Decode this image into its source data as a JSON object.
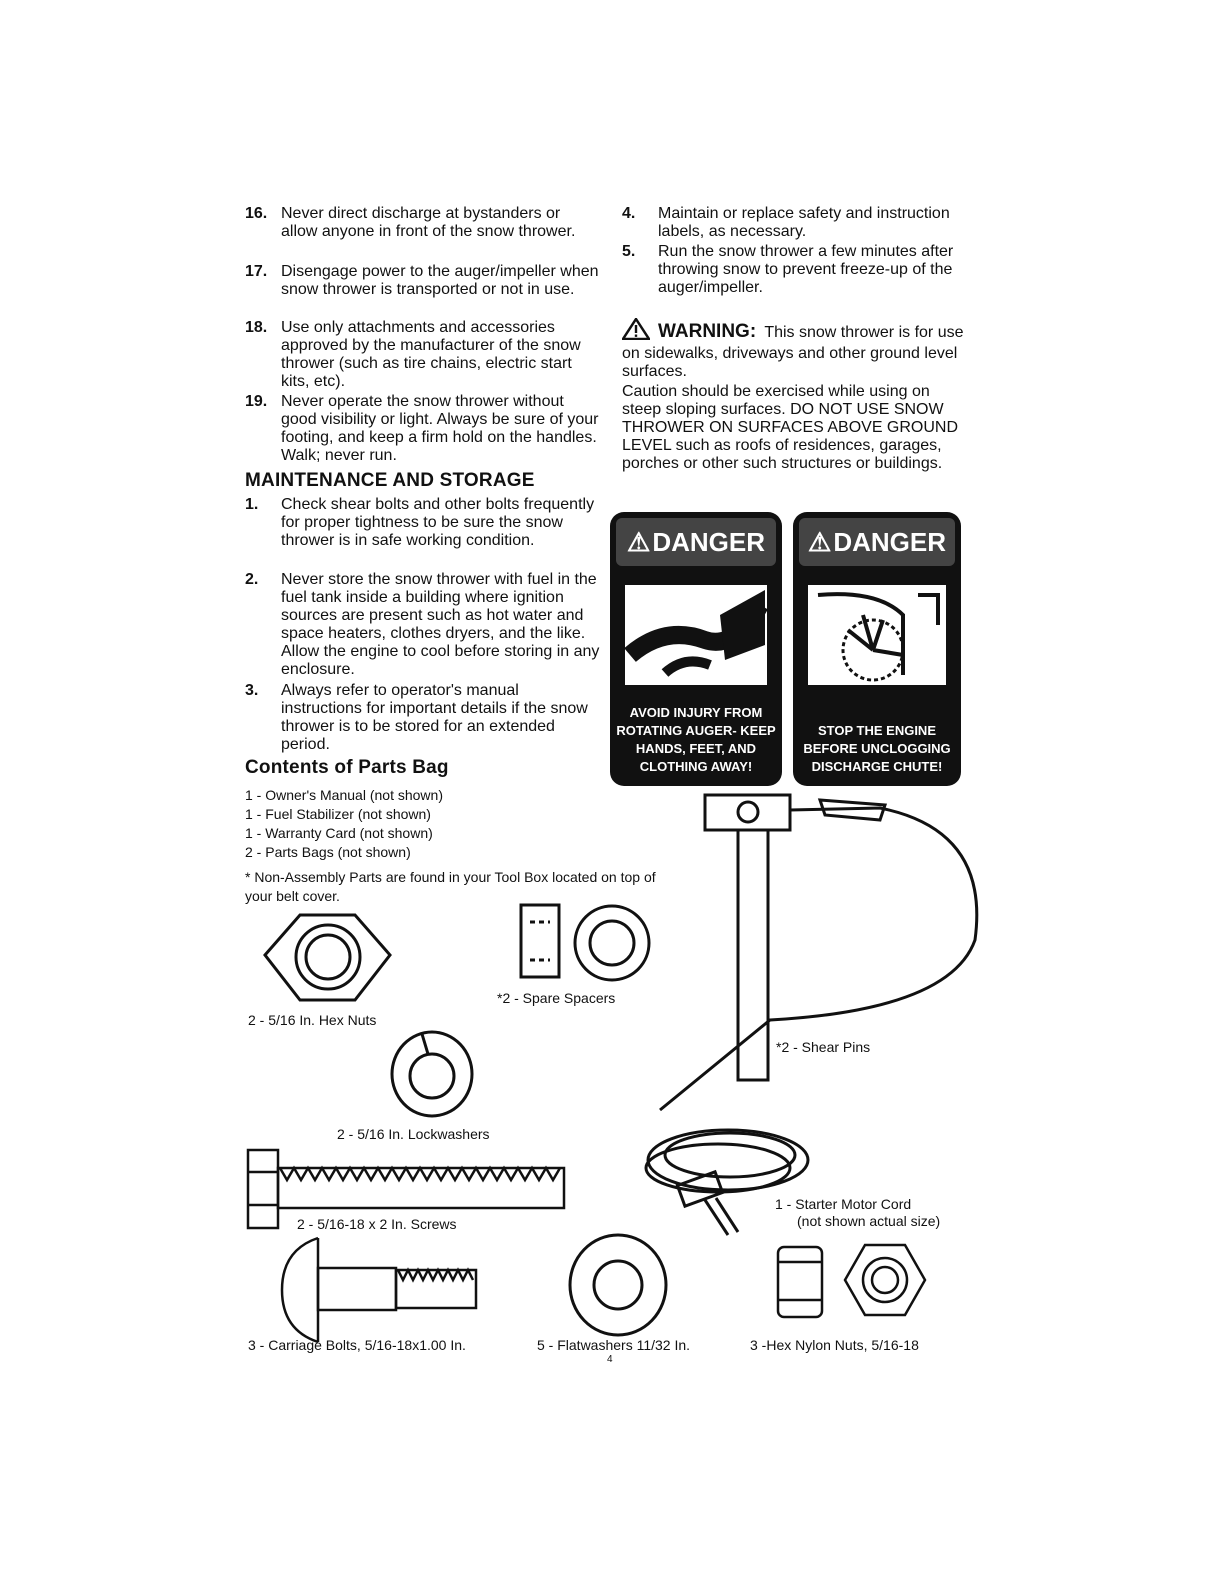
{
  "left_list": [
    {
      "num": "16.",
      "text": "Never direct discharge at bystanders or allow anyone in front of the snow thrower."
    },
    {
      "num": "17.",
      "text": "Disengage power to the auger/impeller when snow thrower is transported or not in use."
    },
    {
      "num": "18.",
      "text": "Use only attachments and accessories approved by the manufacturer of the snow thrower (such as tire chains, electric start kits, etc)."
    },
    {
      "num": "19.",
      "text": "Never operate the snow thrower without good visibility or light. Always be sure of your footing, and keep a firm hold on the handles. Walk; never run."
    }
  ],
  "maintenance": {
    "heading": "MAINTENANCE AND STORAGE",
    "items": [
      {
        "num": "1.",
        "text": "Check shear bolts and other bolts frequently for proper tightness to be sure the snow thrower is in safe working condition."
      },
      {
        "num": "2.",
        "text": "Never store the snow thrower with fuel in the fuel tank inside a building where ignition sources are present such as hot water and space heaters, clothes dryers, and the like. Allow the engine to cool before storing in any enclosure."
      },
      {
        "num": "3.",
        "text": "Always refer to operator's manual instructions for important details if the snow thrower is to be stored for an extended period."
      }
    ]
  },
  "right_list": [
    {
      "num": "4.",
      "text": "Maintain or replace safety and instruction labels, as necessary."
    },
    {
      "num": "5.",
      "text": "Run the snow thrower a few minutes after throwing snow to prevent freeze-up of the auger/impeller."
    }
  ],
  "warning": {
    "label": "WARNING:",
    "text1": "This snow thrower is for use on sidewalks, driveways and other ground level surfaces.",
    "text2": "Caution should be exercised while using on steep sloping surfaces. DO NOT USE SNOW THROWER ON SURFACES ABOVE GROUND LEVEL such as roofs of residences, garages, porches or other such structures or buildings."
  },
  "danger_labels": [
    {
      "head": "DANGER",
      "caption": "AVOID INJURY FROM ROTATING AUGER- KEEP HANDS, FEET, AND CLOTHING AWAY!"
    },
    {
      "head": "DANGER",
      "caption": "STOP THE ENGINE BEFORE UNCLOGGING DISCHARGE CHUTE!"
    }
  ],
  "parts_bag": {
    "heading": "Contents of Parts Bag",
    "items": [
      "1 - Owner's Manual (not shown)",
      "1 - Fuel Stabilizer (not shown)",
      "1 - Warranty Card (not shown)",
      "2 - Parts Bags (not shown)"
    ],
    "note": "* Non-Assembly Parts are found in your Tool Box located on top of your belt cover."
  },
  "parts": {
    "hex_nuts": "2 - 5/16 In. Hex Nuts",
    "spacers": "*2 - Spare Spacers",
    "shear_pins": "*2 - Shear Pins",
    "lockwashers": "2 - 5/16 In. Lockwashers",
    "screws": "2 - 5/16-18 x 2 In. Screws",
    "cord_line1": "1 - Starter Motor Cord",
    "cord_line2": "(not shown actual size)",
    "carriage": "3 - Carriage Bolts, 5/16-18x1.00 In.",
    "flatwashers": "5 - Flatwashers 11/32 In.",
    "nylon_nuts": "3 -Hex Nylon Nuts, 5/16-18"
  },
  "page_number": "4"
}
